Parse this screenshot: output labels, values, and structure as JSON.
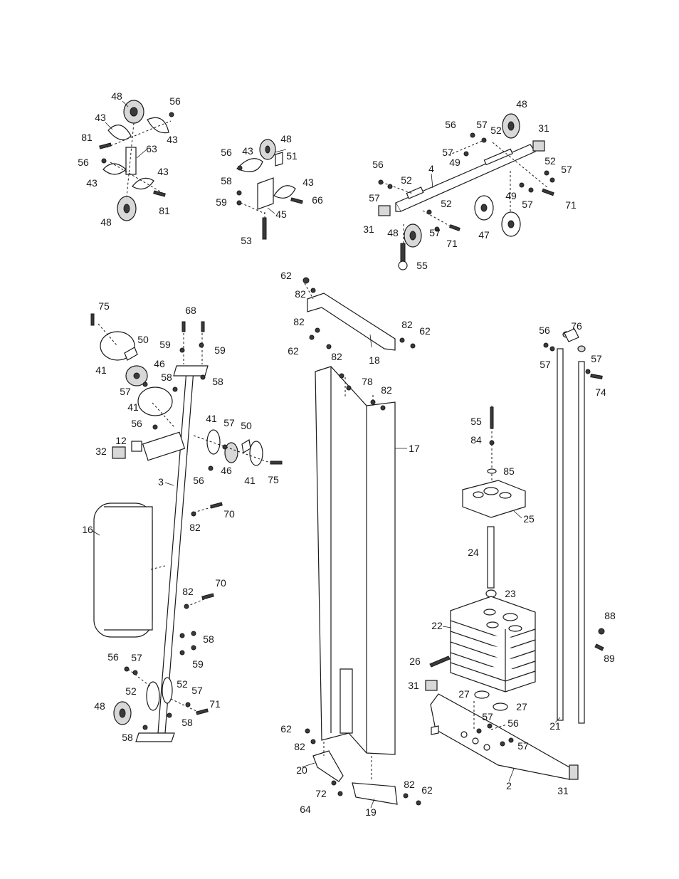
{
  "callouts": [
    {
      "id": "c48a",
      "text": "48"
    },
    {
      "id": "c56a",
      "text": "56"
    },
    {
      "id": "c43a",
      "text": "43"
    },
    {
      "id": "c43b",
      "text": "43"
    },
    {
      "id": "c81a",
      "text": "81"
    },
    {
      "id": "c63",
      "text": "63"
    },
    {
      "id": "c56b",
      "text": "56"
    },
    {
      "id": "c43c",
      "text": "43"
    },
    {
      "id": "c43d",
      "text": "43"
    },
    {
      "id": "c81b",
      "text": "81"
    },
    {
      "id": "c48b",
      "text": "48"
    },
    {
      "id": "c48c",
      "text": "48"
    },
    {
      "id": "c56c",
      "text": "56"
    },
    {
      "id": "c43e",
      "text": "43"
    },
    {
      "id": "c51",
      "text": "51"
    },
    {
      "id": "c43f",
      "text": "43"
    },
    {
      "id": "c58a",
      "text": "58"
    },
    {
      "id": "c59a",
      "text": "59"
    },
    {
      "id": "c66",
      "text": "66"
    },
    {
      "id": "c45",
      "text": "45"
    },
    {
      "id": "c53",
      "text": "53"
    },
    {
      "id": "c48d",
      "text": "48"
    },
    {
      "id": "c56d",
      "text": "56"
    },
    {
      "id": "c57a",
      "text": "57"
    },
    {
      "id": "c52a",
      "text": "52"
    },
    {
      "id": "c31a",
      "text": "31"
    },
    {
      "id": "c57b",
      "text": "57"
    },
    {
      "id": "c49a",
      "text": "49"
    },
    {
      "id": "c56e",
      "text": "56"
    },
    {
      "id": "c4",
      "text": "4"
    },
    {
      "id": "c52b",
      "text": "52"
    },
    {
      "id": "c57c",
      "text": "57"
    },
    {
      "id": "c52c",
      "text": "52"
    },
    {
      "id": "c57d",
      "text": "57"
    },
    {
      "id": "c49b",
      "text": "49"
    },
    {
      "id": "c57e",
      "text": "57"
    },
    {
      "id": "c71a",
      "text": "71"
    },
    {
      "id": "c52d",
      "text": "52"
    },
    {
      "id": "c31b",
      "text": "31"
    },
    {
      "id": "c57f",
      "text": "57"
    },
    {
      "id": "c48e",
      "text": "48"
    },
    {
      "id": "c71b",
      "text": "71"
    },
    {
      "id": "c47",
      "text": "47"
    },
    {
      "id": "c55a",
      "text": "55"
    },
    {
      "id": "c62a",
      "text": "62"
    },
    {
      "id": "c82a",
      "text": "82"
    },
    {
      "id": "c82b",
      "text": "82"
    },
    {
      "id": "c82c",
      "text": "82"
    },
    {
      "id": "c62b",
      "text": "62"
    },
    {
      "id": "c62c",
      "text": "62"
    },
    {
      "id": "c18",
      "text": "18"
    },
    {
      "id": "c82d",
      "text": "82"
    },
    {
      "id": "c78",
      "text": "78"
    },
    {
      "id": "c82e",
      "text": "82"
    },
    {
      "id": "c17",
      "text": "17"
    },
    {
      "id": "c75a",
      "text": "75"
    },
    {
      "id": "c68",
      "text": "68"
    },
    {
      "id": "c50a",
      "text": "50"
    },
    {
      "id": "c59b",
      "text": "59"
    },
    {
      "id": "c59c",
      "text": "59"
    },
    {
      "id": "c41a",
      "text": "41"
    },
    {
      "id": "c46a",
      "text": "46"
    },
    {
      "id": "c58b",
      "text": "58"
    },
    {
      "id": "c58c",
      "text": "58"
    },
    {
      "id": "c57g",
      "text": "57"
    },
    {
      "id": "c41b",
      "text": "41"
    },
    {
      "id": "c56f",
      "text": "56"
    },
    {
      "id": "c41c",
      "text": "41"
    },
    {
      "id": "c57h",
      "text": "57"
    },
    {
      "id": "c50b",
      "text": "50"
    },
    {
      "id": "c12",
      "text": "12"
    },
    {
      "id": "c32",
      "text": "32"
    },
    {
      "id": "c46b",
      "text": "46"
    },
    {
      "id": "c41d",
      "text": "41"
    },
    {
      "id": "c75b",
      "text": "75"
    },
    {
      "id": "c3",
      "text": "3"
    },
    {
      "id": "c56g",
      "text": "56"
    },
    {
      "id": "c70a",
      "text": "70"
    },
    {
      "id": "c82f",
      "text": "82"
    },
    {
      "id": "c16",
      "text": "16"
    },
    {
      "id": "c70b",
      "text": "70"
    },
    {
      "id": "c82g",
      "text": "82"
    },
    {
      "id": "c58d",
      "text": "58"
    },
    {
      "id": "c59d",
      "text": "59"
    },
    {
      "id": "c56h",
      "text": "56"
    },
    {
      "id": "c57i",
      "text": "57"
    },
    {
      "id": "c52e",
      "text": "52"
    },
    {
      "id": "c52f",
      "text": "52"
    },
    {
      "id": "c57j",
      "text": "57"
    },
    {
      "id": "c71c",
      "text": "71"
    },
    {
      "id": "c48f",
      "text": "48"
    },
    {
      "id": "c58e",
      "text": "58"
    },
    {
      "id": "c58f",
      "text": "58"
    },
    {
      "id": "c56i",
      "text": "56"
    },
    {
      "id": "c76",
      "text": "76"
    },
    {
      "id": "c57k",
      "text": "57"
    },
    {
      "id": "c57l",
      "text": "57"
    },
    {
      "id": "c74",
      "text": "74"
    },
    {
      "id": "c55b",
      "text": "55"
    },
    {
      "id": "c84",
      "text": "84"
    },
    {
      "id": "c85",
      "text": "85"
    },
    {
      "id": "c25",
      "text": "25"
    },
    {
      "id": "c24",
      "text": "24"
    },
    {
      "id": "c23",
      "text": "23"
    },
    {
      "id": "c22",
      "text": "22"
    },
    {
      "id": "c88",
      "text": "88"
    },
    {
      "id": "c89",
      "text": "89"
    },
    {
      "id": "c26",
      "text": "26"
    },
    {
      "id": "c31c",
      "text": "31"
    },
    {
      "id": "c27a",
      "text": "27"
    },
    {
      "id": "c27b",
      "text": "27"
    },
    {
      "id": "c57m",
      "text": "57"
    },
    {
      "id": "c56j",
      "text": "56"
    },
    {
      "id": "c57n",
      "text": "57"
    },
    {
      "id": "c21",
      "text": "21"
    },
    {
      "id": "c2",
      "text": "2"
    },
    {
      "id": "c31d",
      "text": "31"
    },
    {
      "id": "c62d",
      "text": "62"
    },
    {
      "id": "c82h",
      "text": "82"
    },
    {
      "id": "c20",
      "text": "20"
    },
    {
      "id": "c72",
      "text": "72"
    },
    {
      "id": "c64",
      "text": "64"
    },
    {
      "id": "c19",
      "text": "19"
    },
    {
      "id": "c82i",
      "text": "82"
    },
    {
      "id": "c62e",
      "text": "62"
    }
  ]
}
